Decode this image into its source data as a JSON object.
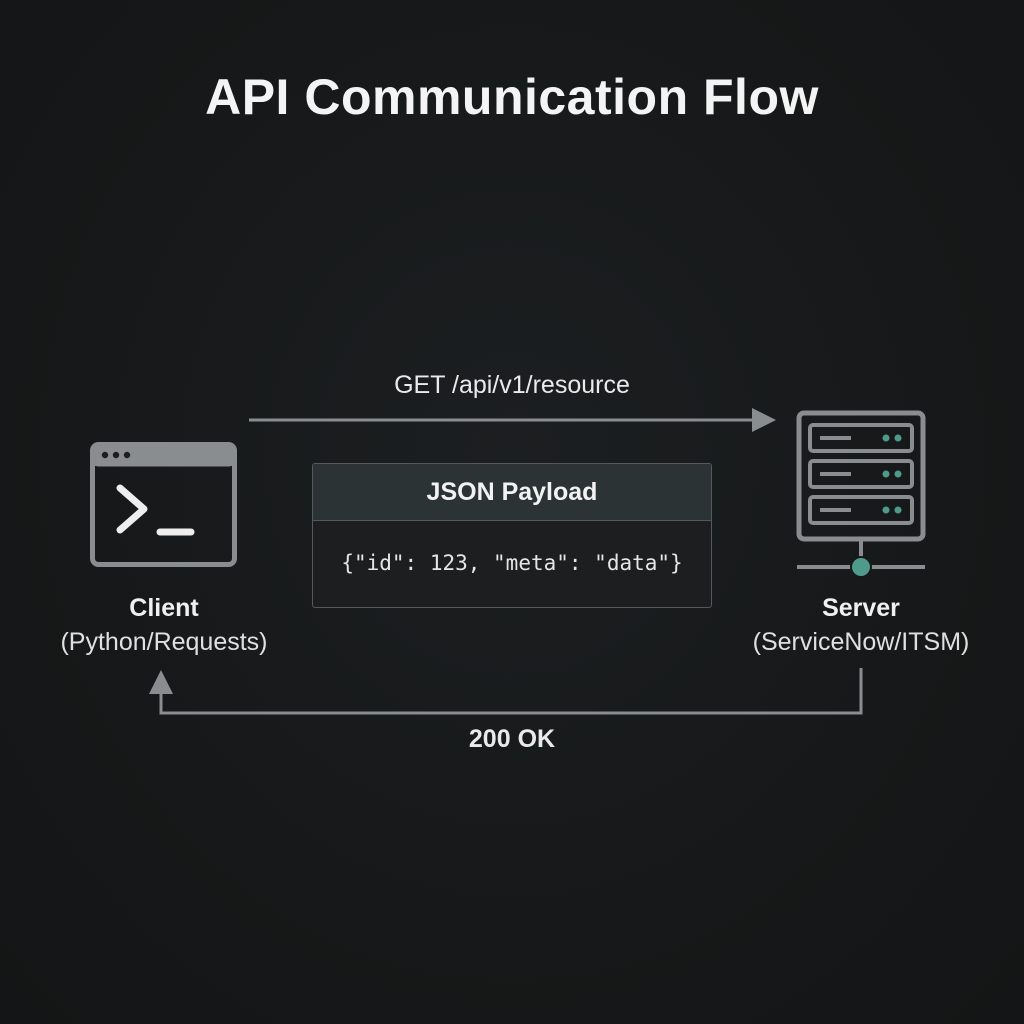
{
  "title": "API Communication Flow",
  "request": {
    "label": "GET /api/v1/resource"
  },
  "response": {
    "label": "200 OK"
  },
  "client": {
    "name": "Client",
    "subtitle": "(Python/Requests)",
    "icon": "terminal-window-icon"
  },
  "server": {
    "name": "Server",
    "subtitle": "(ServiceNow/ITSM)",
    "icon": "server-rack-icon"
  },
  "payload": {
    "header": "JSON Payload",
    "body": "{\"id\": 123, \"meta\": \"data\"}"
  },
  "colors": {
    "background": "#161819",
    "line": "#8a8d90",
    "accent": "#4f9a8c",
    "payload_header": "#2c3335"
  }
}
